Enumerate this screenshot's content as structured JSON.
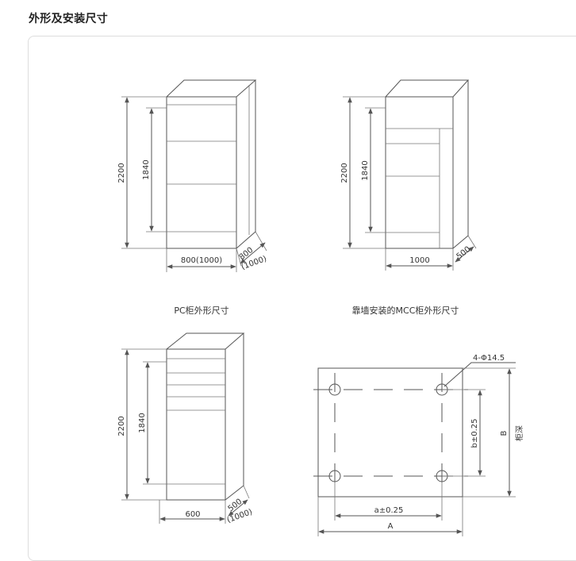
{
  "section_title": "外形及安装尺寸",
  "pc": {
    "height": "2200",
    "inner_height": "1840",
    "width": "800(1000)",
    "depth": "800",
    "depth_alt": "(1000)",
    "caption": "PC柜外形尺寸"
  },
  "mcc": {
    "height": "2200",
    "inner_height": "1840",
    "width": "1000",
    "depth": "500",
    "caption": "靠墙安装的MCC柜外形尺寸"
  },
  "third": {
    "height": "2200",
    "inner_height": "1840",
    "width": "600",
    "depth": "500",
    "depth_alt": "(1000)"
  },
  "base": {
    "holes": "4-Φ14.5",
    "a": "a±0.25",
    "A": "A",
    "b": "b±0.25",
    "B": "B",
    "B_note": "柜深"
  },
  "colors": {
    "line": "#555555",
    "text": "#333333"
  }
}
